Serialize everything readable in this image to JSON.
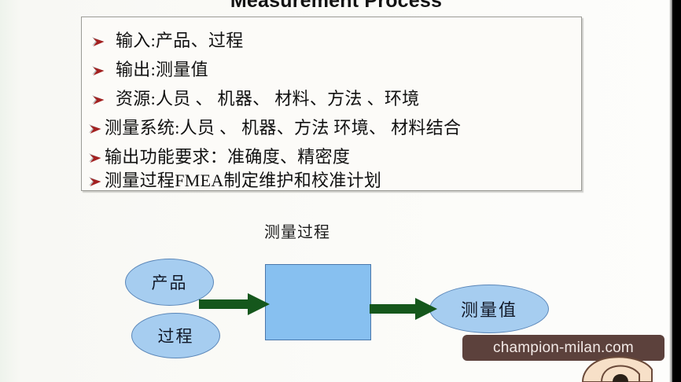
{
  "slide": {
    "title": "Measurement Process",
    "diagram_caption": "测量过程"
  },
  "bullets": [
    {
      "marker": "arrow-bullet-icon",
      "text": "输入:产品、过程"
    },
    {
      "marker": "arrow-bullet-icon",
      "text": "输出:测量值"
    },
    {
      "marker": "arrow-bullet-icon",
      "text": "资源:人员 、 机器、 材料、方法   、环境"
    },
    {
      "marker": "arrow-bullet-icon",
      "text": "测量系统:人员 、 机器、方法   环境、 材料结合"
    },
    {
      "marker": "arrow-bullet-icon",
      "text": "输出功能要求：准确度、精密度"
    },
    {
      "marker": "arrow-bullet-icon",
      "text": "测量过程FMEA制定维护和校准计划"
    }
  ],
  "diagram": {
    "nodes": [
      {
        "id": "product",
        "label": "产品",
        "shape": "ellipse"
      },
      {
        "id": "process",
        "label": "过程",
        "shape": "ellipse"
      },
      {
        "id": "measurement-system",
        "label": "",
        "shape": "rectangle"
      },
      {
        "id": "output",
        "label": "测量值",
        "shape": "ellipse"
      }
    ],
    "arrows": [
      {
        "id": "input-arrow",
        "from": "product/process",
        "to": "measurement-system"
      },
      {
        "id": "output-arrow",
        "from": "measurement-system",
        "to": "output"
      }
    ]
  },
  "overlay": {
    "watermark_text": "champion-milan.com",
    "cursor_icon": "hand-cursor-icon"
  },
  "colors": {
    "ellipse_fill": "#a6cdf0",
    "ellipse_border": "#5a86b8",
    "box_fill": "#87c0f0",
    "box_border": "#4a78ab",
    "arrow_green": "#15571c",
    "bullet_red": "#a32020",
    "watermark_bg": "#5c413c",
    "panel_bg": "#fcfbf8",
    "panel_border": "#9b9b96"
  }
}
